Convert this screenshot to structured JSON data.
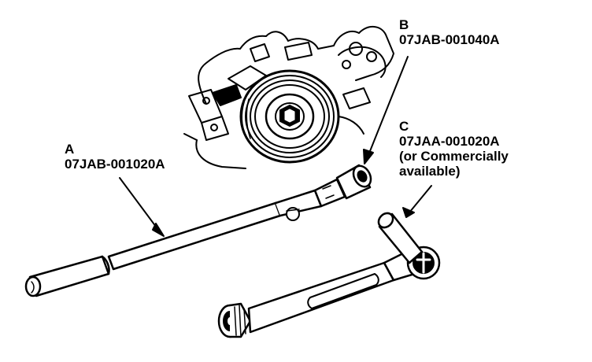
{
  "callouts": {
    "a": {
      "letter": "A",
      "part_number": "07JAB-001020A"
    },
    "b": {
      "letter": "B",
      "part_number": "07JAB-001040A"
    },
    "c": {
      "letter": "C",
      "part_number": "07JAA-001020A",
      "note_line1": "(or Commercially",
      "note_line2": "available)"
    }
  },
  "colors": {
    "ink": "#000000",
    "paper": "#ffffff"
  }
}
